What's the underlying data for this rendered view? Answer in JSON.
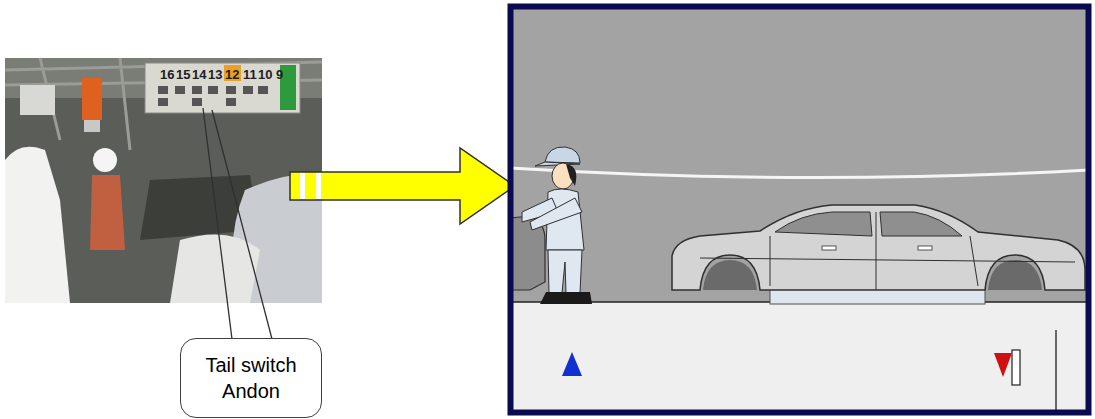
{
  "diagram": {
    "nodes": [
      {
        "text": [
          "Tail switch Andon"
        ]
      }
    ],
    "labels": [
      "16",
      "15",
      "14",
      "13",
      "12",
      "11",
      "10",
      "9"
    ]
  }
}
